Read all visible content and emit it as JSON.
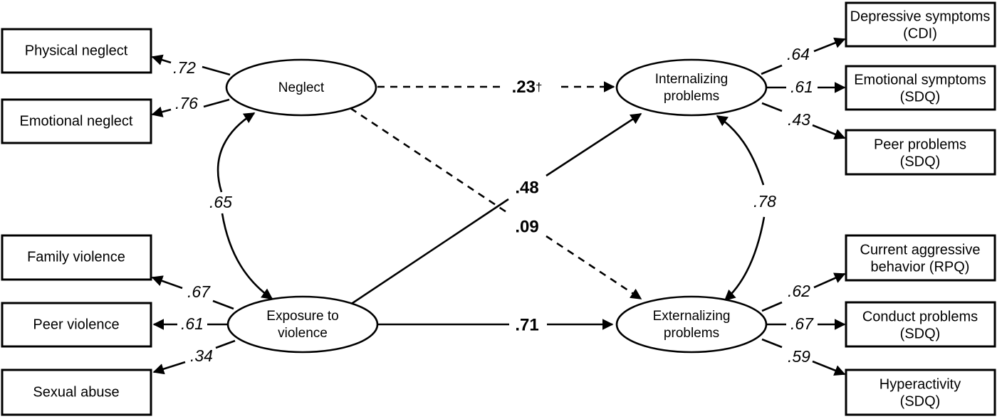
{
  "diagram": {
    "type": "structural-equation-model",
    "background": "#ffffff",
    "stroke_color": "#000000",
    "indicators_left_top": [
      {
        "id": "physical-neglect",
        "label": "Physical neglect",
        "loading": ".72"
      },
      {
        "id": "emotional-neglect",
        "label": "Emotional neglect",
        "loading": ".76"
      }
    ],
    "indicators_left_bottom": [
      {
        "id": "family-violence",
        "label": "Family violence",
        "loading": ".67"
      },
      {
        "id": "peer-violence",
        "label": "Peer violence",
        "loading": ".61"
      },
      {
        "id": "sexual-abuse",
        "label": "Sexual abuse",
        "loading": ".34"
      }
    ],
    "indicators_right_top": [
      {
        "id": "depressive-symptoms",
        "line1": "Depressive symptoms",
        "line2": "(CDI)",
        "loading": ".64"
      },
      {
        "id": "emotional-symptoms",
        "line1": "Emotional symptoms",
        "line2": "(SDQ)",
        "loading": ".61"
      },
      {
        "id": "peer-problems",
        "line1": "Peer problems",
        "line2": "(SDQ)",
        "loading": ".43"
      }
    ],
    "indicators_right_bottom": [
      {
        "id": "current-aggressive-behavior",
        "line1": "Current aggressive",
        "line2": "behavior (RPQ)",
        "loading": ".62"
      },
      {
        "id": "conduct-problems",
        "line1": "Conduct problems",
        "line2": "(SDQ)",
        "loading": ".67"
      },
      {
        "id": "hyperactivity",
        "line1": "Hyperactivity",
        "line2": "(SDQ)",
        "loading": ".59"
      }
    ],
    "latents": [
      {
        "id": "neglect",
        "line1": "Neglect",
        "line2": ""
      },
      {
        "id": "exposure-to-violence",
        "line1": "Exposure to",
        "line2": "violence"
      },
      {
        "id": "internalizing-problems",
        "line1": "Internalizing",
        "line2": "problems"
      },
      {
        "id": "externalizing-problems",
        "line1": "Externalizing",
        "line2": "problems"
      }
    ],
    "structural_paths": [
      {
        "id": "neglect-to-internalizing",
        "coefficient": ".23",
        "marker": "†",
        "style": "dashed"
      },
      {
        "id": "neglect-to-externalizing",
        "coefficient": ".09",
        "marker": "",
        "style": "dashed"
      },
      {
        "id": "exposure-to-internalizing",
        "coefficient": ".48",
        "marker": "",
        "style": "solid"
      },
      {
        "id": "exposure-to-externalizing",
        "coefficient": ".71",
        "marker": "",
        "style": "solid"
      }
    ],
    "correlations": [
      {
        "id": "neglect-exposure-correlation",
        "coefficient": ".65"
      },
      {
        "id": "internalizing-externalizing-correlation",
        "coefficient": ".78"
      }
    ]
  },
  "chart_data": {
    "type": "diagram",
    "title": "",
    "nodes": [
      {
        "name": "Physical neglect",
        "kind": "observed"
      },
      {
        "name": "Emotional neglect",
        "kind": "observed"
      },
      {
        "name": "Family violence",
        "kind": "observed"
      },
      {
        "name": "Peer violence",
        "kind": "observed"
      },
      {
        "name": "Sexual abuse",
        "kind": "observed"
      },
      {
        "name": "Depressive symptoms (CDI)",
        "kind": "observed"
      },
      {
        "name": "Emotional symptoms (SDQ)",
        "kind": "observed"
      },
      {
        "name": "Peer problems (SDQ)",
        "kind": "observed"
      },
      {
        "name": "Current aggressive behavior (RPQ)",
        "kind": "observed"
      },
      {
        "name": "Conduct problems (SDQ)",
        "kind": "observed"
      },
      {
        "name": "Hyperactivity (SDQ)",
        "kind": "observed"
      },
      {
        "name": "Neglect",
        "kind": "latent"
      },
      {
        "name": "Exposure to violence",
        "kind": "latent"
      },
      {
        "name": "Internalizing problems",
        "kind": "latent"
      },
      {
        "name": "Externalizing problems",
        "kind": "latent"
      }
    ],
    "edges": [
      {
        "from": "Neglect",
        "to": "Physical neglect",
        "value": 0.72,
        "label": ".72",
        "style": "solid"
      },
      {
        "from": "Neglect",
        "to": "Emotional neglect",
        "value": 0.76,
        "label": ".76",
        "style": "solid"
      },
      {
        "from": "Exposure to violence",
        "to": "Family violence",
        "value": 0.67,
        "label": ".67",
        "style": "solid"
      },
      {
        "from": "Exposure to violence",
        "to": "Peer violence",
        "value": 0.61,
        "label": ".61",
        "style": "solid"
      },
      {
        "from": "Exposure to violence",
        "to": "Sexual abuse",
        "value": 0.34,
        "label": ".34",
        "style": "solid"
      },
      {
        "from": "Internalizing problems",
        "to": "Depressive symptoms (CDI)",
        "value": 0.64,
        "label": ".64",
        "style": "solid"
      },
      {
        "from": "Internalizing problems",
        "to": "Emotional symptoms (SDQ)",
        "value": 0.61,
        "label": ".61",
        "style": "solid"
      },
      {
        "from": "Internalizing problems",
        "to": "Peer problems (SDQ)",
        "value": 0.43,
        "label": ".43",
        "style": "solid"
      },
      {
        "from": "Externalizing problems",
        "to": "Current aggressive behavior (RPQ)",
        "value": 0.62,
        "label": ".62",
        "style": "solid"
      },
      {
        "from": "Externalizing problems",
        "to": "Conduct problems (SDQ)",
        "value": 0.67,
        "label": ".67",
        "style": "solid"
      },
      {
        "from": "Externalizing problems",
        "to": "Hyperactivity (SDQ)",
        "value": 0.59,
        "label": ".59",
        "style": "solid"
      },
      {
        "from": "Neglect",
        "to": "Internalizing problems",
        "value": 0.23,
        "label": ".23†",
        "style": "dashed"
      },
      {
        "from": "Neglect",
        "to": "Externalizing problems",
        "value": 0.09,
        "label": ".09",
        "style": "dashed"
      },
      {
        "from": "Exposure to violence",
        "to": "Internalizing problems",
        "value": 0.48,
        "label": ".48",
        "style": "solid"
      },
      {
        "from": "Exposure to violence",
        "to": "Externalizing problems",
        "value": 0.71,
        "label": ".71",
        "style": "solid"
      },
      {
        "from": "Neglect",
        "to": "Exposure to violence",
        "value": 0.65,
        "label": ".65",
        "style": "curved-double"
      },
      {
        "from": "Internalizing problems",
        "to": "Externalizing problems",
        "value": 0.78,
        "label": ".78",
        "style": "curved-double"
      }
    ]
  }
}
